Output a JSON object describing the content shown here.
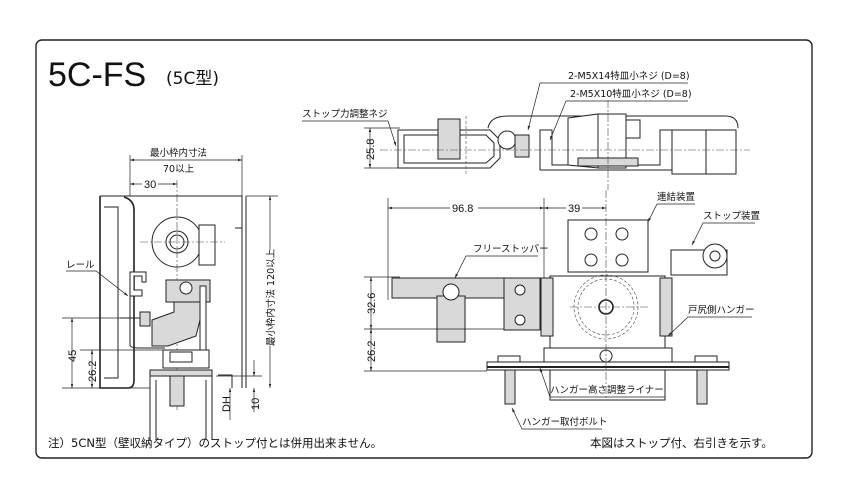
{
  "title": {
    "model": "5C-FS",
    "type": "(5C型)"
  },
  "side_view": {
    "min_frame_inner_width_label": "最小枠内寸法",
    "min_frame_inner_width_value": "70以上",
    "dim_30": "30",
    "rail_label": "レール",
    "min_frame_inner_height": "最小枠内寸法 120以上",
    "dim_45": "45",
    "dim_26_2": "26.2",
    "dim_dh": "DH",
    "dim_10": "10"
  },
  "top_view": {
    "screw_14": "2-M5X14特皿小ネジ (D=8)",
    "screw_10": "2-M5X10特皿小ネジ (D=8)",
    "stop_force_screw": "ストップ力調整ネジ",
    "dim_25_8": "25.8"
  },
  "front_view": {
    "dim_96_8": "96.8",
    "dim_39": "39",
    "coupling_device": "連結装置",
    "stop_device": "ストップ装置",
    "free_stopper": "フリーストッパー",
    "dim_32_6": "32.6",
    "dim_26_2": "26.2",
    "door_end_hanger": "戸尻側ハンガー",
    "hanger_height_liner": "ハンガー高さ調整ライナー",
    "hanger_bolt": "ハンガー取付ボルト"
  },
  "notes": {
    "left": "注）5CN型（壁収納タイプ）のストップ付とは併用出来ません。",
    "right": "本図はストップ付、右引きを示す。"
  }
}
